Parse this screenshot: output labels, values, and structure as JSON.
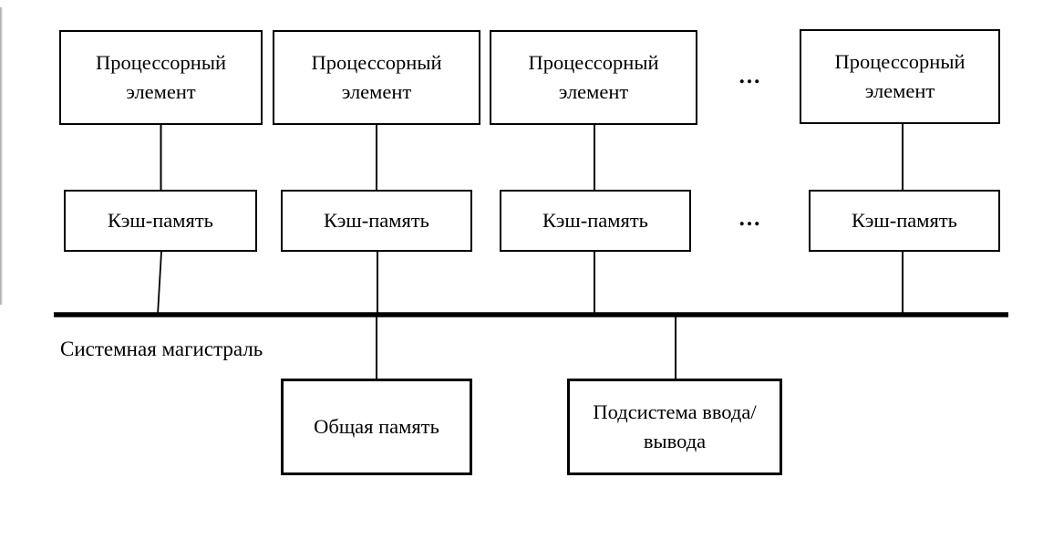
{
  "diagram": {
    "title_semantic": "SMP multiprocessor architecture with shared bus",
    "processors": [
      {
        "label": "Процессорный элемент"
      },
      {
        "label": "Процессорный элемент"
      },
      {
        "label": "Процессорный элемент"
      },
      {
        "label": "Процессорный элемент"
      }
    ],
    "caches": [
      {
        "label": "Кэш-память"
      },
      {
        "label": "Кэш-память"
      },
      {
        "label": "Кэш-память"
      },
      {
        "label": "Кэш-память"
      }
    ],
    "ellipsis_top": "...",
    "ellipsis_bottom": "...",
    "bus_label": "Системная магистраль",
    "shared_memory_label": "Общая память",
    "io_subsystem_label": "Подсистема ввода/вывода",
    "colors": {
      "line": "#000000",
      "text": "#000000",
      "background": "#ffffff",
      "box_fill": "#ffffff"
    }
  }
}
